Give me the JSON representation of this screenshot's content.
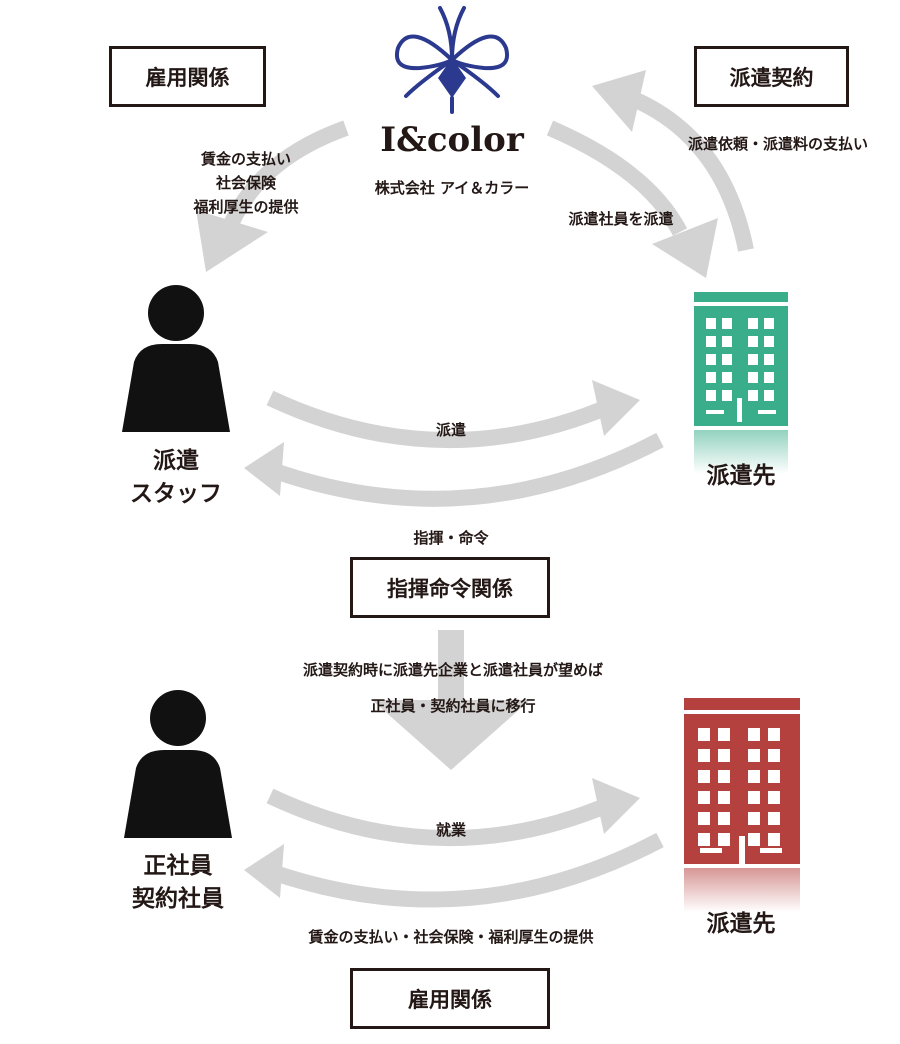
{
  "boxes": {
    "employment_top": "雇用関係",
    "dispatch_contract": "派遣契約",
    "command_relation": "指揮命令関係",
    "employment_bottom": "雇用関係"
  },
  "company": {
    "logo_text": "I&color",
    "name": "株式会社 アイ＆カラー"
  },
  "flows": {
    "pay_lines": [
      "賃金の支払い",
      "社会保険",
      "福利厚生の提供"
    ],
    "request": "派遣依頼・派遣料の支払い",
    "send_staff": "派遣社員を派遣",
    "dispatch": "派遣",
    "command": "指揮・命令",
    "transition_lines": [
      "派遣契約時に派遣先企業と派遣社員が望めば",
      "正社員・契約社員に移行"
    ],
    "work": "就業",
    "pay_bottom": "賃金の支払い・社会保険・福利厚生の提供"
  },
  "nodes": {
    "staff_lines": [
      "派遣",
      "スタッフ"
    ],
    "client_top": "派遣先",
    "employee_lines": [
      "正社員",
      "契約社員"
    ],
    "client_bottom": "派遣先"
  },
  "colors": {
    "arrow": "#d3d3d3",
    "building_green": "#3aae8a",
    "building_red": "#b5413f",
    "logo_blue": "#2b3a8f",
    "text": "#231815"
  }
}
